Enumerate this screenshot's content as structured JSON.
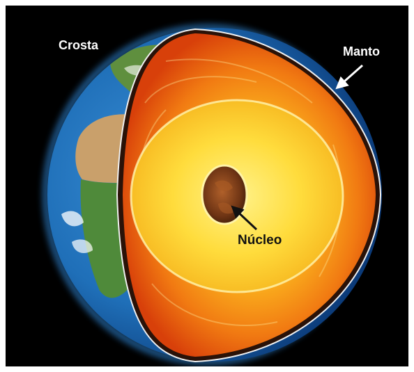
{
  "labels": {
    "crust": "Crosta",
    "mantle": "Manto",
    "core": "Núcleo"
  },
  "colors": {
    "background": "#000000",
    "ocean": "#1f6fb8",
    "land_desert": "#c9a06b",
    "land_green": "#4f8a3a",
    "atmosphere_glow": "#39a0ff",
    "mantle_outer": "#e84e0a",
    "mantle_mid": "#f7a51c",
    "outer_core": "#ffd83a",
    "inner_core": "#7a3a14",
    "crust_label_text": "#ffffff",
    "core_label_text": "#111111"
  }
}
